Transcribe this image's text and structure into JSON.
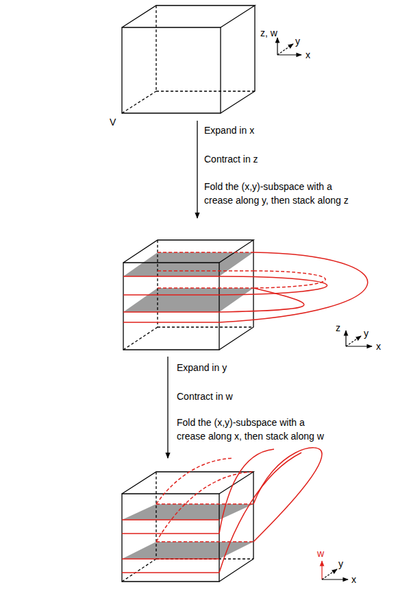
{
  "diagram": {
    "labels": [
      "z, w",
      "y",
      "x",
      "V",
      "Expand in x",
      "Contract in z",
      "Fold the (x,y)-subspace with a crease along y, then stack along z",
      "z",
      "y",
      "x",
      "Expand in y",
      "Contract in w",
      "Fold the (x,y)-subspace with a crease along x, then stack along w",
      "w",
      "y",
      "x"
    ]
  }
}
